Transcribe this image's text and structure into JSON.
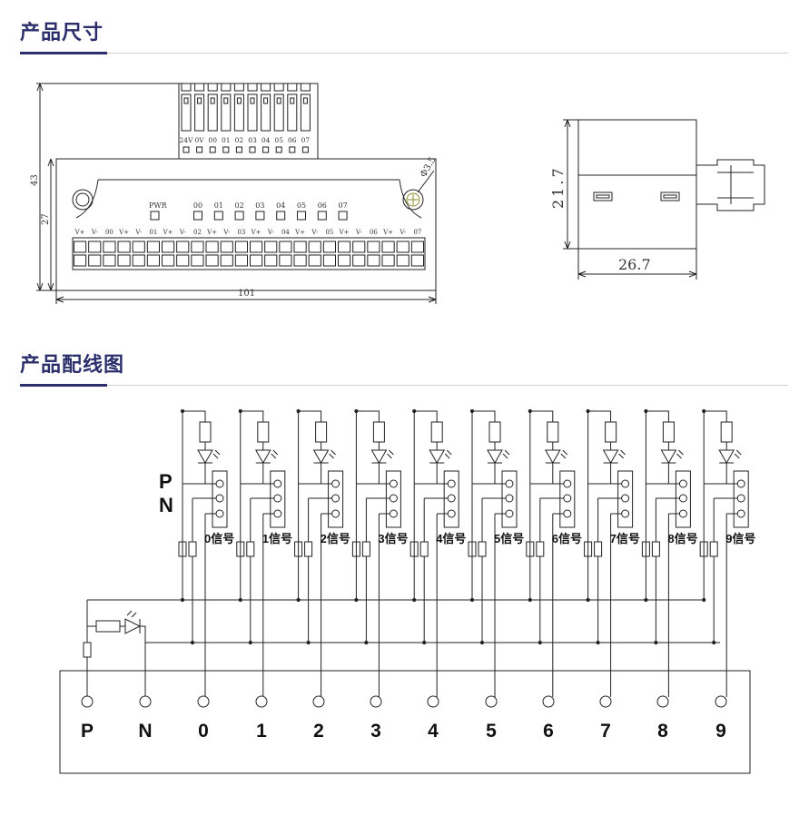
{
  "sections": {
    "dimensions_title": "产品尺寸",
    "wiring_title": "产品配线图"
  },
  "dimension_drawing": {
    "height_total": "43",
    "height_board": "27",
    "width_total": "101",
    "hole_label": "Φ3.5",
    "pwr_label": "PWR",
    "led_labels": [
      "00",
      "01",
      "02",
      "03",
      "04",
      "05",
      "06",
      "07"
    ],
    "connector_pins": [
      "24V",
      "0V",
      "00",
      "01",
      "02",
      "03",
      "04",
      "05",
      "06",
      "07"
    ],
    "terminal_labels": [
      "V+",
      "V-",
      "00",
      "V+",
      "V-",
      "01",
      "V+",
      "V-",
      "02",
      "V+",
      "V-",
      "03",
      "V+",
      "V-",
      "04",
      "V+",
      "V-",
      "05",
      "V+",
      "V-",
      "06",
      "V+",
      "V-",
      "07"
    ],
    "side_height": "21.7",
    "side_width": "26.7"
  },
  "wiring_diagram": {
    "bus_labels": [
      "P",
      "N"
    ],
    "signal_labels": [
      "0信号",
      "1信号",
      "2信号",
      "3信号",
      "4信号",
      "5信号",
      "6信号",
      "7信号",
      "8信号",
      "9信号"
    ],
    "terminal_labels": [
      "P",
      "N",
      "0",
      "1",
      "2",
      "3",
      "4",
      "5",
      "6",
      "7",
      "8",
      "9"
    ]
  }
}
